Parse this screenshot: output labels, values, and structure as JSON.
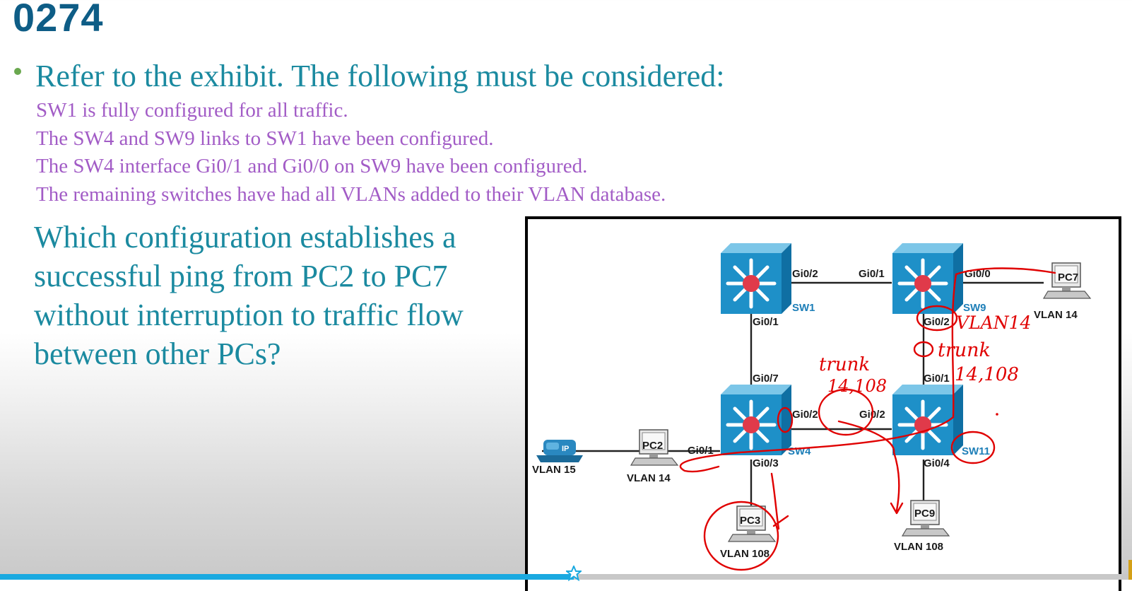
{
  "slide": {
    "number": "0274",
    "lead": "Refer to the exhibit. The following must be considered:",
    "notes": [
      "SW1 is fully configured for all traffic.",
      "The SW4 and SW9 links to SW1 have been configured.",
      "The SW4 interface Gi0/1 and Gi0/0 on SW9 have been configured.",
      "The remaining switches have had all VLANs added to their VLAN database."
    ],
    "question": "Which configuration establishes a successful ping from PC2 to PC7 without interruption to traffic flow between other PCs?"
  },
  "exhibit": {
    "switches": {
      "sw1": "SW1",
      "sw9": "SW9",
      "sw4": "SW4",
      "sw11": "SW11"
    },
    "ports": {
      "sw1_gi02": "Gi0/2",
      "sw9_gi01_top": "Gi0/1",
      "sw9_gi00": "Gi0/0",
      "sw1_gi01": "Gi0/1",
      "sw9_gi02": "Gi0/2",
      "sw4_gi07": "Gi0/7",
      "sw11_gi01": "Gi0/1",
      "sw4_gi02": "Gi0/2",
      "sw11_gi02": "Gi0/2",
      "sw4_gi01": "Gi0/1",
      "sw4_gi03": "Gi0/3",
      "sw11_gi04": "Gi0/4"
    },
    "hosts": {
      "pc7": "PC7",
      "pc2": "PC2",
      "pc3": "PC3",
      "pc9": "PC9"
    },
    "vlans": {
      "pc7": "VLAN 14",
      "phone": "VLAN 15",
      "pc2": "VLAN 14",
      "pc3": "VLAN 108",
      "pc9": "VLAN 108"
    },
    "phone_tag": "IP"
  },
  "annotations": {
    "vlan14": "VLAN14",
    "trunk_right": "trunk",
    "vlans_right": "14,108",
    "trunk_left": "trunk",
    "vlans_left": "14,108"
  },
  "player": {
    "progress": 0.507
  },
  "colors": {
    "slide_number": "#0e5d86",
    "heading_text": "#1b8aa0",
    "note_text": "#a25cc6",
    "bullet": "#6aa84f",
    "switch_body": "#1e90c8",
    "switch_hub": "#e03a4a",
    "ink": "#e00000",
    "progress": "#1aa9e0"
  }
}
